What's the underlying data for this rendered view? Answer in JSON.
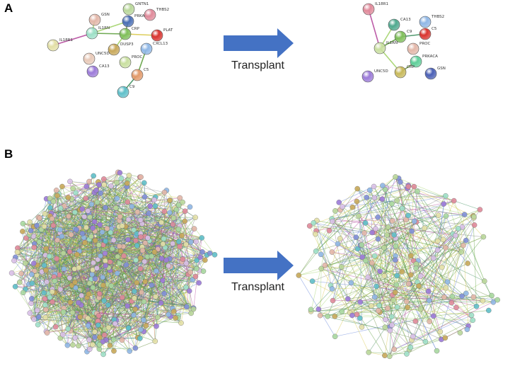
{
  "panels": {
    "a": {
      "letter": "A",
      "arrow_label": "Transplant",
      "before": {
        "nodes": [
          {
            "id": "GNTN1",
            "color": "#b9d79a"
          },
          {
            "id": "GSN",
            "color": "#e3b7a9"
          },
          {
            "id": "PRKACA",
            "color": "#4a6fb5"
          },
          {
            "id": "THBS2",
            "color": "#e08a9a"
          },
          {
            "id": "IL1RN",
            "color": "#9ee0c8"
          },
          {
            "id": "CRP",
            "color": "#7fbf5a"
          },
          {
            "id": "PLAT",
            "color": "#d9342f"
          },
          {
            "id": "IL18R1",
            "color": "#e3e0a6"
          },
          {
            "id": "DUSP3",
            "color": "#c8a85a"
          },
          {
            "id": "CXCL13",
            "color": "#8fb7e6"
          },
          {
            "id": "UNC5D",
            "color": "#e8c9b8"
          },
          {
            "id": "PROC",
            "color": "#c9dfa0"
          },
          {
            "id": "CA13",
            "color": "#9b7ad8"
          },
          {
            "id": "C5",
            "color": "#e39a6a"
          },
          {
            "id": "C9",
            "color": "#5fbfc9"
          }
        ],
        "edges": [
          {
            "s": "IL18R1",
            "t": "IL1RN",
            "color": "#b64b9e"
          },
          {
            "s": "IL1RN",
            "t": "CRP",
            "color": "#5fa03f"
          },
          {
            "s": "IL1RN",
            "t": "PRKACA",
            "color": "#a3d36a"
          },
          {
            "s": "CRP",
            "t": "PRKACA",
            "color": "#6b8f3f"
          },
          {
            "s": "CRP",
            "t": "PLAT",
            "color": "#d9c94a"
          },
          {
            "s": "CRP",
            "t": "DUSP3",
            "color": "#a3d36a"
          },
          {
            "s": "CXCL13",
            "t": "C5",
            "color": "#5fa03f"
          },
          {
            "s": "C5",
            "t": "C9",
            "color": "#3f8f5f"
          },
          {
            "s": "GSN",
            "t": "IL1RN",
            "color": "#a3d36a"
          }
        ]
      },
      "after": {
        "nodes": [
          {
            "id": "IL18R1",
            "color": "#e08a9a"
          },
          {
            "id": "CA13",
            "color": "#4fa98f"
          },
          {
            "id": "THBS2",
            "color": "#8fb7e6"
          },
          {
            "id": "C9",
            "color": "#7fbf5a"
          },
          {
            "id": "C5",
            "color": "#d9342f"
          },
          {
            "id": "IL1RN",
            "color": "#c9dfa0"
          },
          {
            "id": "PROC",
            "color": "#e3b7a9"
          },
          {
            "id": "PRKACA",
            "color": "#5fcf9a"
          },
          {
            "id": "CRP",
            "color": "#c8b95a"
          },
          {
            "id": "UNC5D",
            "color": "#9b7ad8"
          },
          {
            "id": "GSN",
            "color": "#4a5fb5"
          }
        ],
        "edges": [
          {
            "s": "IL18R1",
            "t": "IL1RN",
            "color": "#b64b9e"
          },
          {
            "s": "IL1RN",
            "t": "C9",
            "color": "#5fa03f"
          },
          {
            "s": "C9",
            "t": "C5",
            "color": "#3f8f5f"
          },
          {
            "s": "IL1RN",
            "t": "CRP",
            "color": "#a3d36a"
          },
          {
            "s": "CRP",
            "t": "PRKACA",
            "color": "#6b8f3f"
          },
          {
            "s": "IL1RN",
            "t": "CA13",
            "color": "#a3d36a"
          }
        ]
      }
    },
    "b": {
      "letter": "B",
      "arrow_label": "Transplant"
    }
  },
  "palette": [
    "#e08a9a",
    "#8fb7e6",
    "#b9d79a",
    "#9b7ad8",
    "#e3b7a9",
    "#9ee0c8",
    "#c8a85a",
    "#7f8fd8",
    "#e3e0a6",
    "#5fbfc9",
    "#d9c0e8",
    "#a8d8a0"
  ],
  "edge_palette": [
    "#b64b9e",
    "#5fa03f",
    "#a3d36a",
    "#6b8f3f",
    "#d9c94a",
    "#3f8f5f",
    "#8a8a8a",
    "#5f7fd8"
  ],
  "arrow_color": "#4472c4"
}
